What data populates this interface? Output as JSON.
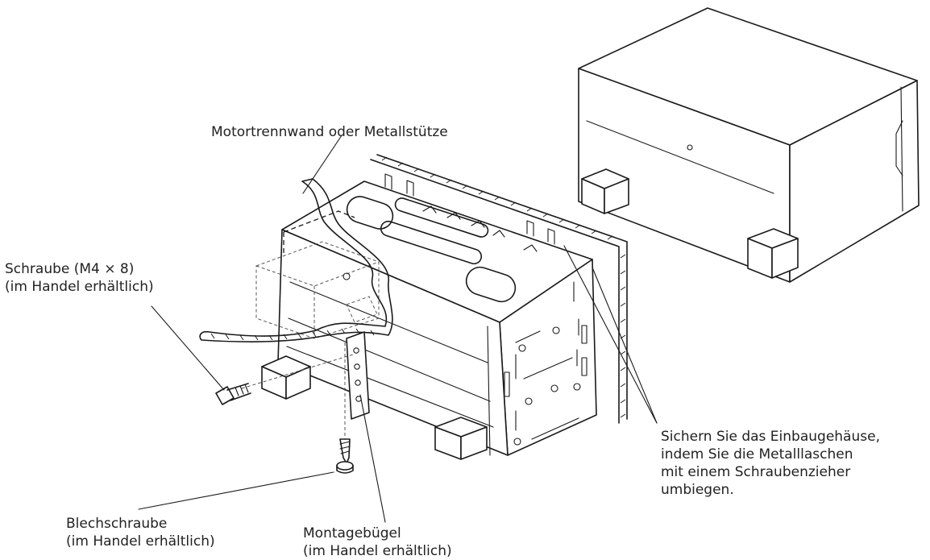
{
  "labels": {
    "firewall": "Motortrennwand oder Metallstütze",
    "screw_line1": "Schraube (M4 × 8)",
    "screw_line2": "(im Handel erhältlich)",
    "sheet_screw_line1": "Blechschraube",
    "sheet_screw_line2": "(im Handel erhältlich)",
    "bracket_line1": "Montagebügel",
    "bracket_line2": "(im Handel erhältlich)",
    "secure_line1": "Sichern Sie das Einbaugehäuse,",
    "secure_line2": "indem Sie die Metalllaschen",
    "secure_line3": "mit einem Schraubenzieher",
    "secure_line4": "umbiegen."
  },
  "colors": {
    "ink": "#1a1a1a",
    "text": "#222222",
    "background": "#ffffff"
  }
}
